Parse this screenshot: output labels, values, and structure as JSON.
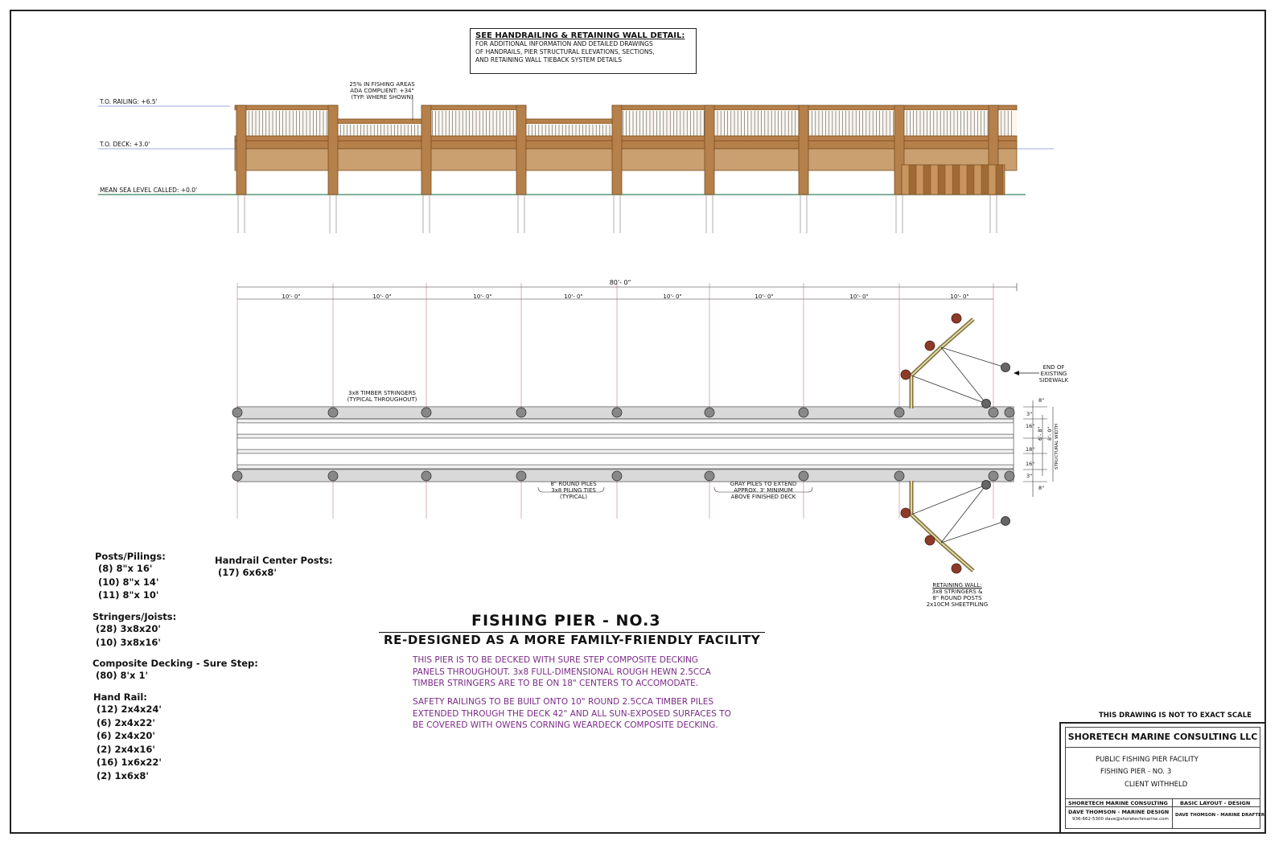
{
  "colors": {
    "wood": "#b5804a",
    "wood_dark": "#7a4f22",
    "deck_gray": "#d9d9d9",
    "pile_gray": "#888888",
    "rust_pile": "#8c3b2a",
    "notes_purple": "#7a2a86",
    "waterline": "#5a9a7a"
  },
  "detail_note": {
    "title": "SEE HANDRAILING & RETAINING WALL DETAIL:",
    "lines": [
      "FOR ADDITIONAL INFORMATION AND DETAILED DRAWINGS",
      "OF HANDRAILS, PIER STRUCTURAL ELEVATIONS, SECTIONS,",
      "AND RETAINING WALL TIEBACK SYSTEM DETAILS"
    ]
  },
  "elevation": {
    "railing_label": "T.O. RAILING: +6.5'",
    "deck_label": "T.O. DECK: +3.0'",
    "sea_label": "MEAN SEA LEVEL CALLED: +0.0'",
    "ada_note": [
      "25% IN FISHING AREAS",
      "ADA COMPLIENT: +34\"",
      "(TYP. WHERE SHOWN)"
    ]
  },
  "plan": {
    "overall_dim": "80'- 0\"",
    "span_dims": [
      "10'- 0\"",
      "10'- 0\"",
      "10'- 0\"",
      "10'- 0\"",
      "10'- 0\"",
      "10'- 0\"",
      "10'- 0\"",
      "10'- 0\""
    ],
    "stringer_note": [
      "3x8 TIMBER STRINGERS",
      "(TYPICAL THROUGHOUT)"
    ],
    "piles_note": [
      "8\" ROUND PILES",
      "3x8 PILING TIES",
      "(TYPICAL)"
    ],
    "gray_piles_note": [
      "GRAY PILES TO EXTEND",
      "APPROX. 3' MINIMUM",
      "ABOVE FINISHED DECK"
    ],
    "sidewalk_note": [
      "END OF",
      "EXISTING",
      "SIDEWALK"
    ],
    "retaining_note": [
      "RETAINING WALL:",
      "3x8 STRINGERS &",
      "8\" ROUND POSTS",
      "2x10CM SHEETPILING"
    ],
    "width_dims": [
      "3\"",
      "16\"",
      "18\"",
      "16\"",
      "3\""
    ],
    "width_total": "6'- 8\"",
    "overall_width": "8'- 0\"",
    "structural_width": "STRUCTURAL WIDTH",
    "end_dims": [
      "8\"",
      "8\""
    ]
  },
  "materials": {
    "posts": {
      "heading": "Posts/Pilings:",
      "items": [
        "(8)  8\"x 16'",
        "(10) 8\"x 14'",
        "(11) 8\"x 10'"
      ]
    },
    "handrail_posts": {
      "heading": "Handrail Center Posts:",
      "items": [
        "(17) 6x6x8'"
      ]
    },
    "stringers": {
      "heading": "Stringers/Joists:",
      "items": [
        "(28) 3x8x20'",
        "(10) 3x8x16'"
      ]
    },
    "decking": {
      "heading": "Composite Decking - Sure Step:",
      "items": [
        "(80) 8'x 1'"
      ]
    },
    "handrail": {
      "heading": "Hand Rail:",
      "items": [
        "(12) 2x4x24'",
        "(6)  2x4x22'",
        "(6)  2x4x20'",
        "(2)  2x4x16'",
        "(16) 1x6x22'",
        "(2)  1x6x8'"
      ]
    }
  },
  "title": {
    "main": "FISHING PIER - NO.3",
    "subtitle": "RE-DESIGNED AS A MORE FAMILY-FRIENDLY FACILITY"
  },
  "notes": {
    "para1": [
      "THIS PIER IS TO BE DECKED WITH SURE STEP COMPOSITE DECKING",
      "PANELS THROUGHOUT. 3x8 FULL-DIMENSIONAL ROUGH HEWN 2.5CCA",
      "TIMBER STRINGERS ARE TO BE ON 18\" CENTERS TO ACCOMODATE."
    ],
    "para2": [
      "SAFETY RAILINGS TO BE BUILT ONTO 10\" ROUND 2.5CCA TIMBER PILES",
      "EXTENDED THROUGH THE DECK 42\" AND ALL SUN-EXPOSED SURFACES TO",
      "BE COVERED WITH OWENS CORNING WEARDECK COMPOSITE DECKING."
    ]
  },
  "scale_note": "THIS DRAWING IS NOT TO EXACT SCALE",
  "title_block": {
    "company": "SHORETECH MARINE CONSULTING LLC",
    "project": "PUBLIC FISHING PIER FACILITY",
    "sheet": "FISHING PIER - NO. 3",
    "client": "CLIENT WITHHELD",
    "cell_company": "SHORETECH MARINE CONSULTING",
    "cell_layout": "BASIC LAYOUT - DESIGN",
    "designer": "DAVE THOMSON - MARINE DESIGN",
    "contact": "936-662-5300  dave@shoretechmarine.com",
    "drafter": "DAVE THOMSON - MARINE DRAFTER"
  }
}
